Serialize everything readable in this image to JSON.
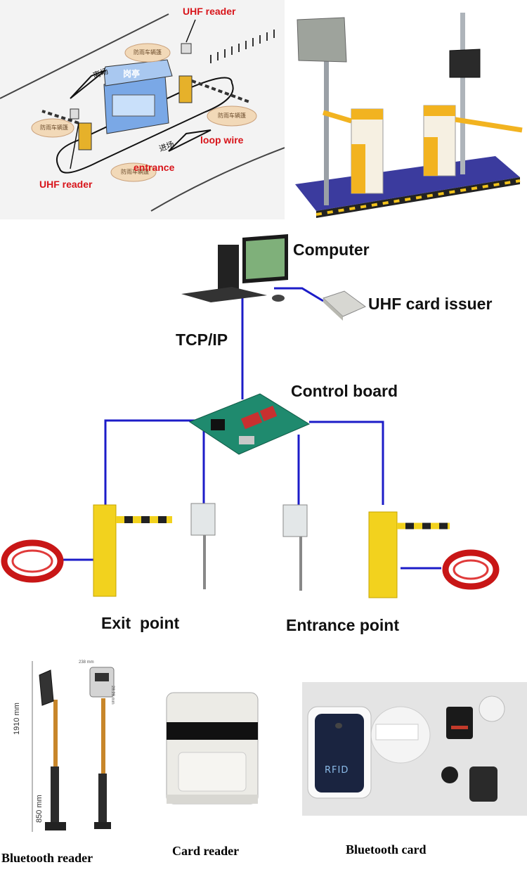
{
  "top_layout": {
    "labels": {
      "uhf_reader_top": "UHF reader",
      "uhf_reader_bottom": "UHF reader",
      "loop_wire": "loop wire",
      "entrance": "entrance"
    },
    "booth_text": "岗亭",
    "exit_text": "离场",
    "entry_text": "进场",
    "sign_text": "防雨车辆篷"
  },
  "network": {
    "computer": "Computer",
    "card_issuer": "UHF card issuer",
    "protocol": "TCP/IP",
    "control_board": "Control board",
    "exit_point": "Exit  point",
    "entrance_point": "Entrance point"
  },
  "products": {
    "bluetooth_reader": "Bluetooth reader",
    "card_reader": "Card reader",
    "bluetooth_card": "Bluetooth card",
    "dim_height_total": "1910 mm",
    "dim_height_lower": "850 mm",
    "dim_width": "238 mm",
    "dim_depth": "28.28 mm",
    "rfid_text": "RFID"
  },
  "colors": {
    "cable": "#1c1cc8",
    "barrier_yellow": "#f2c21b",
    "label_red": "#d8141a"
  }
}
